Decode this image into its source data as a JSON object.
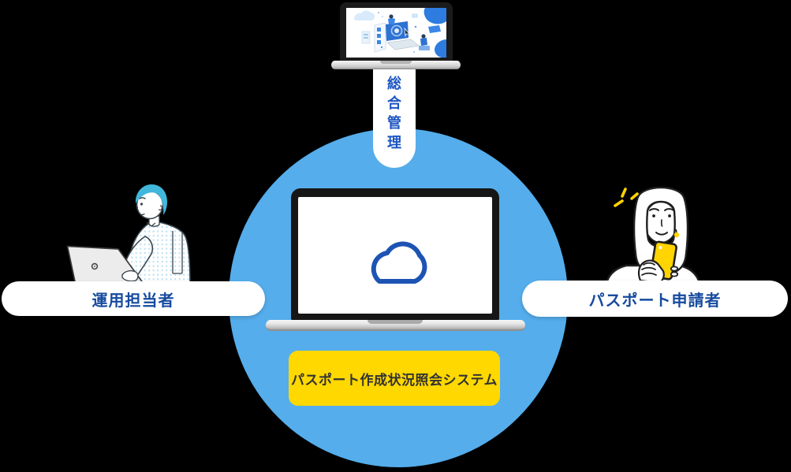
{
  "diagram": {
    "system_badge": {
      "label": "パスポート作成状況照会システム",
      "bg_color": "#FFD800",
      "text_color": "#333333"
    },
    "hub": {
      "shape": "circle",
      "color": "#55ADEB",
      "icon": "cloud-icon",
      "cloud_color": "#1D54B4"
    },
    "top_node": {
      "label": "総合管理",
      "label_chars": [
        "総",
        "合",
        "管",
        "理"
      ],
      "text_color": "#1C55C2",
      "icon": "admin-laptop-icon"
    },
    "left_node": {
      "label": "運用担当者",
      "text_color": "#164A9E",
      "icon": "operator-at-laptop-icon",
      "hair_color": "#41B7DC"
    },
    "right_node": {
      "label": "パスポート申請者",
      "text_color": "#164A9E",
      "icon": "applicant-with-phone-icon",
      "phone_color": "#FFD400",
      "sparkle_color": "#FFD400"
    }
  }
}
